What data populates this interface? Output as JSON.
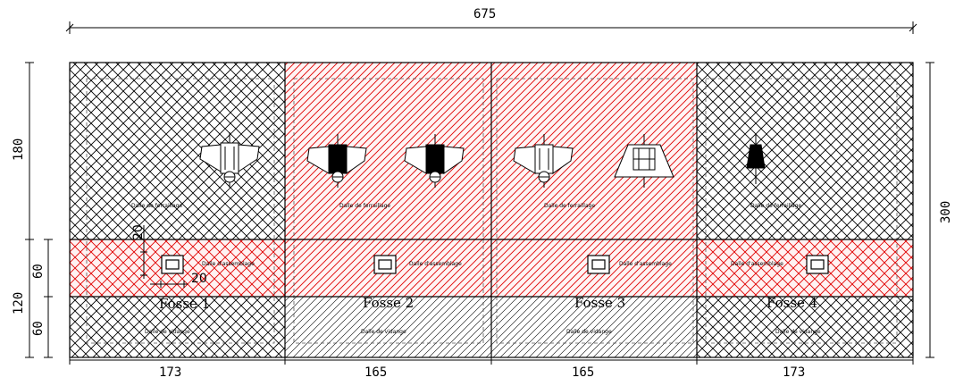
{
  "dimensions": {
    "total_width": "675",
    "total_height": "300",
    "top_band_height": "180",
    "lower_band_height": "120",
    "lower_sub_1": "60",
    "lower_sub_2": "60",
    "cell_widths": [
      "173",
      "165",
      "165",
      "173"
    ],
    "detail_vertical": "20",
    "detail_horizontal": "20"
  },
  "fosses": [
    {
      "name": "Fosse 1",
      "top_label": "Dalle de ferraillage",
      "mid_label": "Dalle d'assemblage",
      "bottom_label": "Dalle de vidange"
    },
    {
      "name": "Fosse 2",
      "top_label": "Dalle de ferraillage",
      "mid_label": "Dalle d'assemblage",
      "bottom_label": "Dalle de vidange"
    },
    {
      "name": "Fosse 3",
      "top_label": "Dalle de ferraillage",
      "mid_label": "Dalle d'assemblage",
      "bottom_label": "Dalle de vidange"
    },
    {
      "name": "Fosse 4",
      "top_label": "Dalle de ferraillage",
      "mid_label": "Dalle d'assemblage",
      "bottom_label": "Dalle de vidange"
    }
  ],
  "colors": {
    "hatch_dark": "#000000",
    "hatch_red": "#e00000",
    "red_fill": "#ffdede",
    "line": "#000000"
  }
}
